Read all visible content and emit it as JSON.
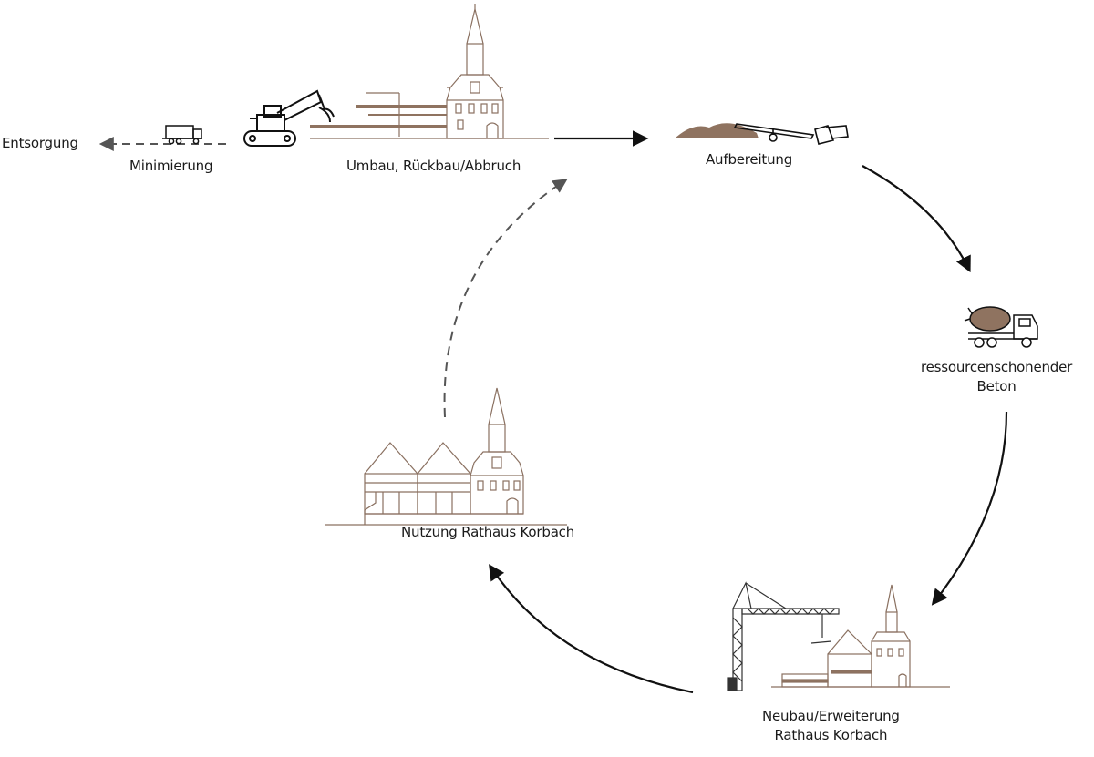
{
  "labels": {
    "entsorgung": "Entsorgung",
    "minimierung": "Minimierung",
    "umbau": "Umbau, Rückbau/Abbruch",
    "aufbereitung": "Aufbereitung",
    "beton_line1": "ressourcenschonender",
    "beton_line2": "Beton",
    "neubau_line1": "Neubau/Erweiterung",
    "neubau_line2": "Rathaus Korbach",
    "nutzung": "Nutzung Rathaus Korbach"
  },
  "colors": {
    "building": "#8a7060",
    "material": "#8f7360",
    "ink": "#111111",
    "dashed": "#555555"
  }
}
